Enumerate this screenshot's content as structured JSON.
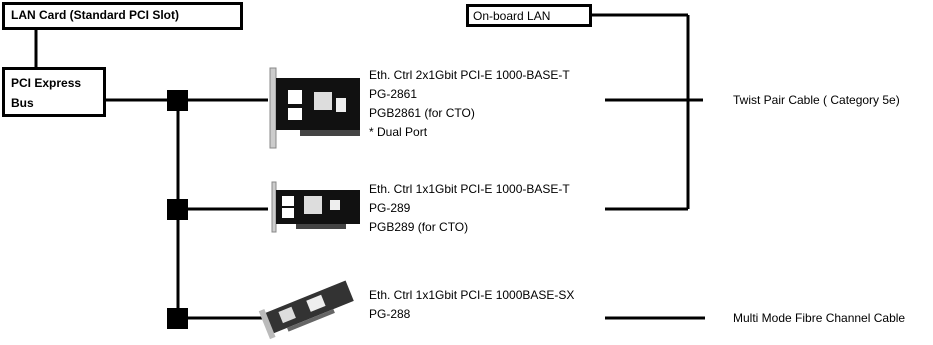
{
  "header": {
    "lan_card_label": "LAN Card (Standard PCI Slot)",
    "onboard_lan_label": "On-board LAN"
  },
  "bus": {
    "line1": "PCI Express",
    "line2": "Bus"
  },
  "cards": [
    {
      "lines": [
        "Eth. Ctrl 2x1Gbit PCI-E 1000-BASE-T",
        "PG-2861",
        "PGB2861 (for CTO)",
        "* Dual Port"
      ]
    },
    {
      "lines": [
        "Eth. Ctrl 1x1Gbit PCI-E 1000-BASE-T",
        "PG-289",
        "PGB289 (for CTO)"
      ]
    },
    {
      "lines": [
        "Eth. Ctrl 1x1Gbit PCI-E 1000BASE-SX",
        "PG-288"
      ]
    }
  ],
  "cables": {
    "twisted_pair": "Twist Pair Cable ( Category 5e)",
    "fibre": "Multi Mode Fibre Channel Cable"
  }
}
